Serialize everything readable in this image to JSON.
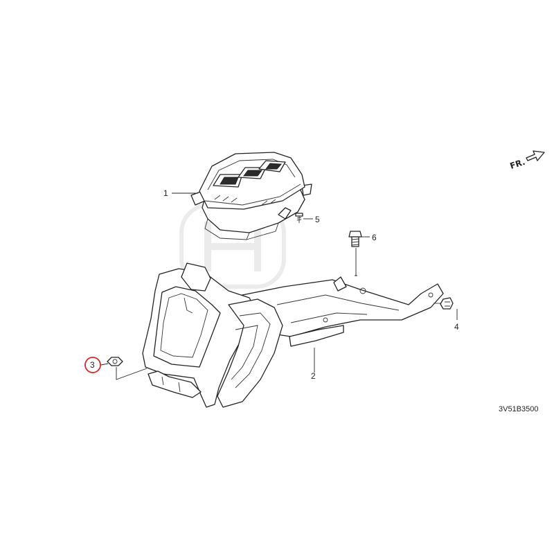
{
  "diagram": {
    "callouts": [
      {
        "id": "1",
        "label": "1"
      },
      {
        "id": "2",
        "label": "2"
      },
      {
        "id": "3",
        "label": "3",
        "highlighted": true
      },
      {
        "id": "4",
        "label": "4"
      },
      {
        "id": "5",
        "label": "5"
      },
      {
        "id": "6",
        "label": "6"
      }
    ],
    "direction_label": "FR.",
    "diagram_code": "3V51B3500",
    "highlight_color": "#d62828",
    "line_color": "#222222",
    "watermark_color": "#d9d9d9"
  }
}
